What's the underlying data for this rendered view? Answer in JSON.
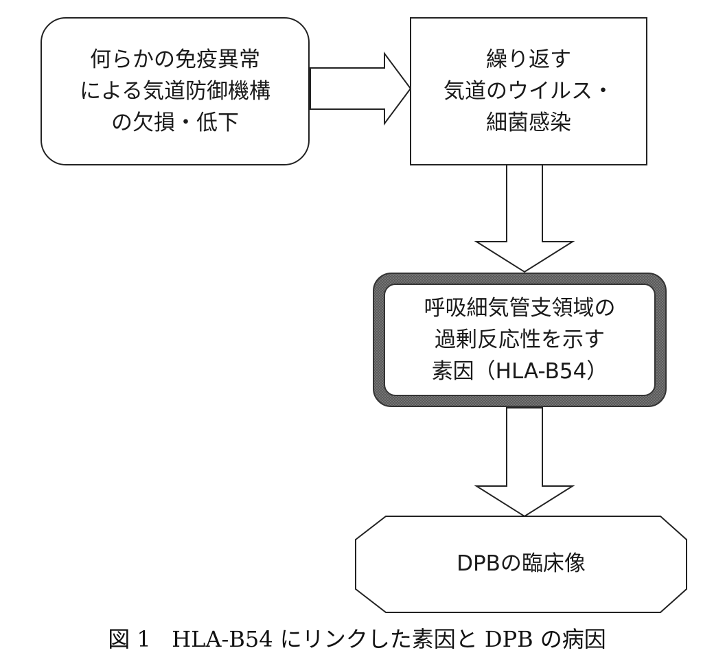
{
  "diagram": {
    "node_immune": {
      "lines": [
        "何らかの免疫異常",
        "による気道防御機構",
        "の欠損・低下"
      ]
    },
    "node_infection": {
      "lines": [
        "繰り返す",
        "気道のウイルス・",
        "細菌感染"
      ]
    },
    "node_hla": {
      "lines": [
        "呼吸細気管支領域の",
        "過剰反応性を示す",
        "素因（HLA-B54）"
      ]
    },
    "node_dpb": {
      "lines": [
        "DPBの臨床像"
      ]
    }
  },
  "caption": {
    "label": "図 1",
    "text": "HLA-B54 にリンクした素因と DPB の病因"
  }
}
